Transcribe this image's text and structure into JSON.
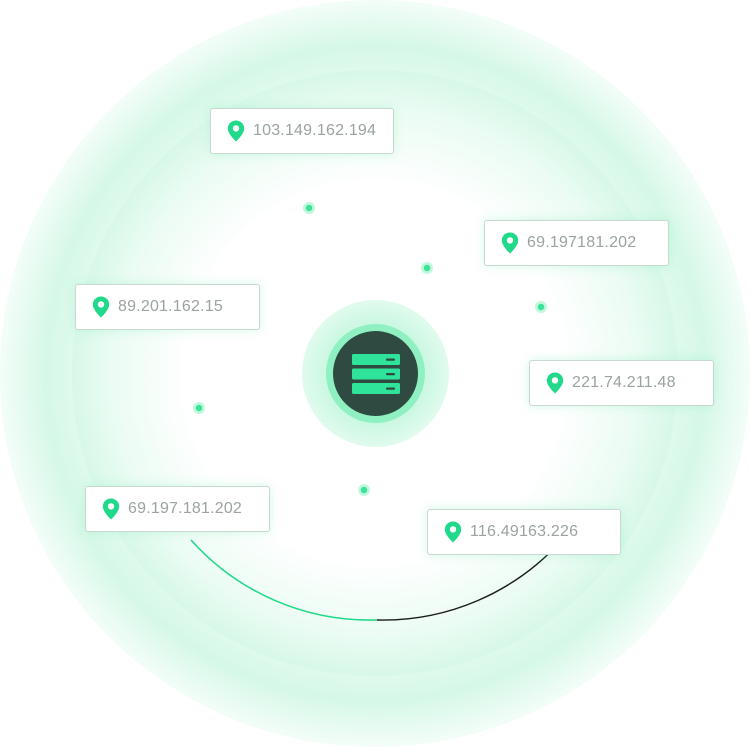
{
  "nodes": [
    {
      "id": "node-1",
      "ip": "103.149.162.194",
      "icon": "location-pin-icon"
    },
    {
      "id": "node-2",
      "ip": "69.197181.202",
      "icon": "location-pin-icon"
    },
    {
      "id": "node-3",
      "ip": "89.201.162.15",
      "icon": "location-pin-icon"
    },
    {
      "id": "node-4",
      "ip": "221.74.211.48",
      "icon": "location-pin-icon"
    },
    {
      "id": "node-5",
      "ip": "69.197.181.202",
      "icon": "location-pin-icon"
    },
    {
      "id": "node-6",
      "ip": "116.49163.226",
      "icon": "location-pin-icon"
    }
  ],
  "center": {
    "icon": "server-stack-icon"
  },
  "colors": {
    "accent": "#20d98a",
    "server_bg": "#2f4a40",
    "ip_text": "#9aa3a0",
    "card_border": "#c9d8d1",
    "arc_dark": "#1c1c1c"
  }
}
